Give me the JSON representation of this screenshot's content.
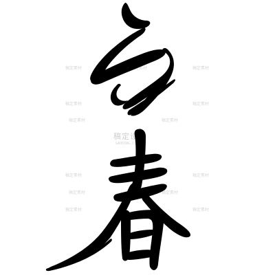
{
  "artwork": {
    "characters": [
      "立",
      "春"
    ],
    "ink_color": "#000000",
    "background_color": "#ffffff"
  },
  "watermark": {
    "main_text": "稿定设计",
    "sub_text": "GAODING.COM",
    "tile_text": "稿定素材",
    "color": "#d9d9d9"
  }
}
